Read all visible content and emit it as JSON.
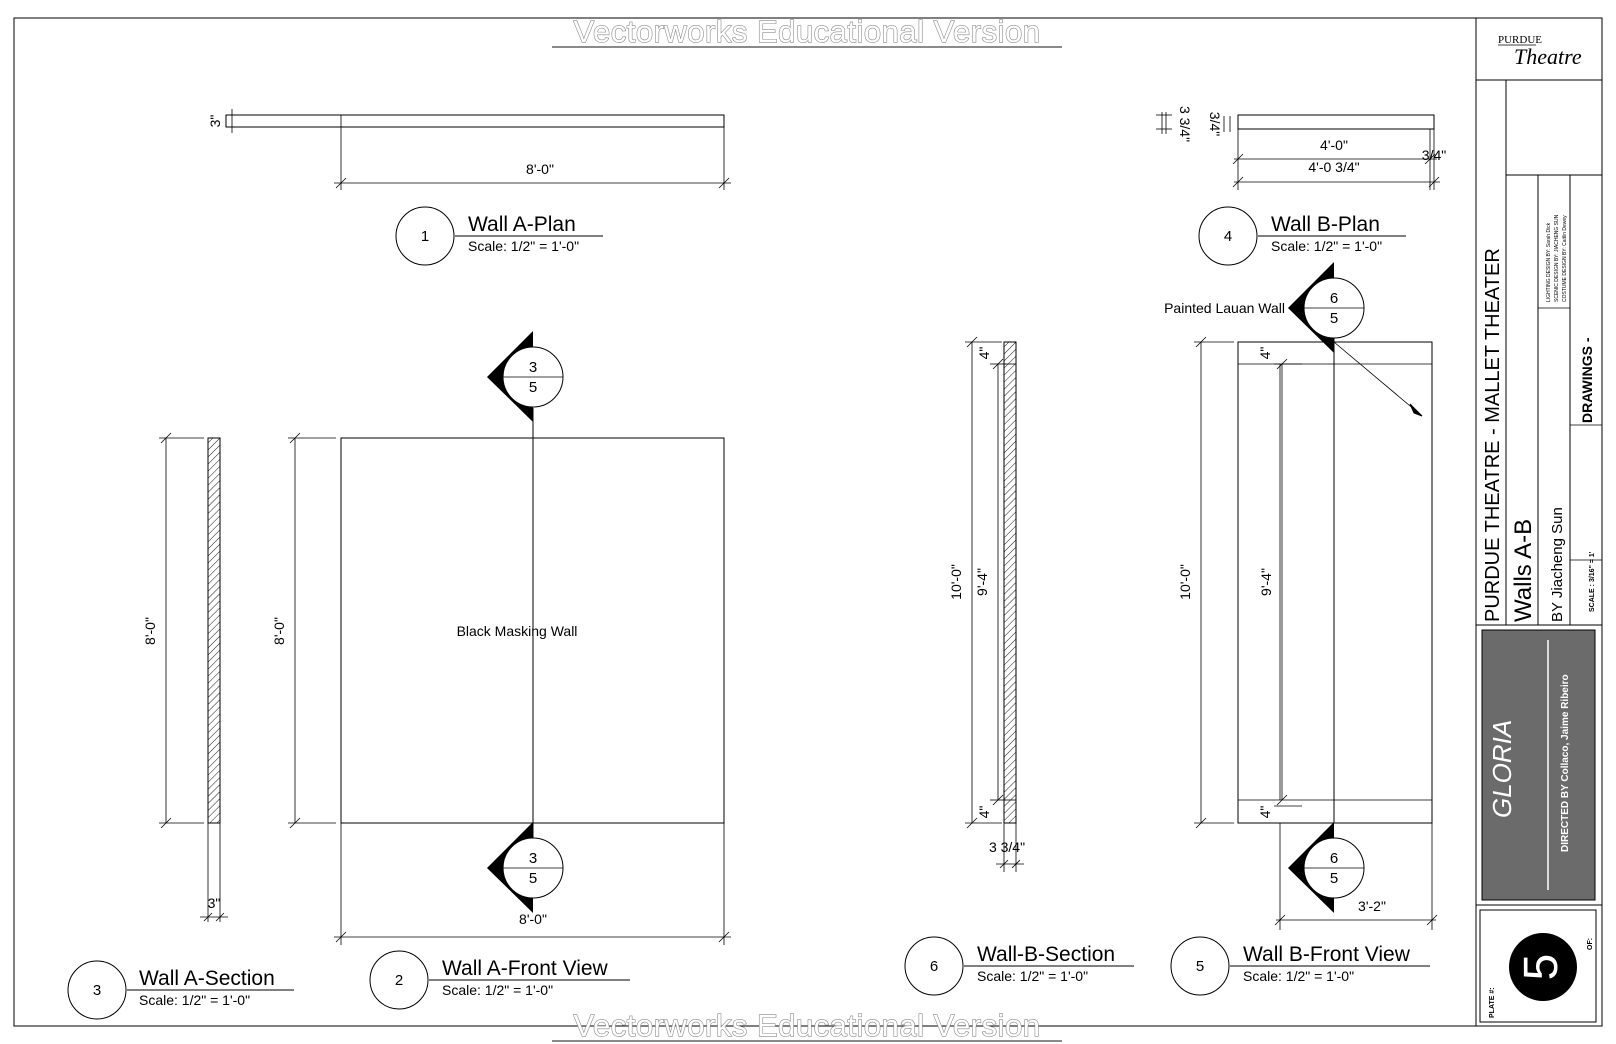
{
  "watermark": "Vectorworks Educational Version",
  "views": {
    "wall_a_plan": {
      "number": "1",
      "title": "Wall A-Plan",
      "scale": "Scale: 1/2\" = 1'-0\"",
      "dim_thickness": "3\"",
      "dim_width": "8'-0\""
    },
    "wall_a_front": {
      "number": "2",
      "title": "Wall A-Front View",
      "scale": "Scale: 1/2\" = 1'-0\"",
      "label": "Black Masking Wall",
      "dim_height": "8'-0\"",
      "dim_width": "8'-0\""
    },
    "wall_a_section": {
      "number": "3",
      "title": "Wall A-Section",
      "scale": "Scale: 1/2\" = 1'-0\"",
      "dim_height": "8'-0\"",
      "dim_thickness": "3\""
    },
    "wall_b_plan": {
      "number": "4",
      "title": "Wall B-Plan",
      "scale": "Scale: 1/2\" = 1'-0\"",
      "dim_a": "3/4\"",
      "dim_b": "3 3/4\"",
      "dim_inner": "4'-0\"",
      "dim_outer": "4'-0 3/4\"",
      "dim_edge": "3/4\""
    },
    "wall_b_front": {
      "number": "5",
      "title": "Wall B-Front View",
      "scale": "Scale: 1/2\" = 1'-0\"",
      "label": "Painted Lauan Wall",
      "dim_height": "10'-0\"",
      "dim_inner": "9'-4\"",
      "dim_top": "4\"",
      "dim_bottom": "4\"",
      "dim_width": "3'-2\""
    },
    "wall_b_section": {
      "number": "6",
      "title": "Wall-B-Section",
      "scale": "Scale: 1/2\" = 1'-0\"",
      "dim_height": "10'-0\"",
      "dim_inner": "9'-4\"",
      "dim_top": "4\"",
      "dim_bottom": "4\"",
      "dim_thickness": "3 3/4\""
    }
  },
  "markers": {
    "section_3_top": "3",
    "sheet_3_top": "5",
    "section_3_bottom": "3",
    "sheet_3_bottom": "5",
    "section_6_top": "6",
    "sheet_6_top": "5",
    "section_6_bottom": "6",
    "sheet_6_bottom": "5"
  },
  "titleblock": {
    "logo_line1": "PURDUE",
    "logo_line2": "Theatre",
    "venue": "PURDUE THEATRE - MALLET THEATER",
    "sheet_title": "Walls A-B",
    "by": "BY  Jiacheng Sun",
    "credits": [
      "LIGHTING DESIGN BY: Sarah Dick",
      "SCENIC DESIGN BY: JIACHENG SUN",
      "COSTUME DESIGN BY: Caitlin Dewey"
    ],
    "drawings": "DRAWINGS -",
    "scale": "SCALE : 3/16\" = 1'",
    "show": "GLORIA",
    "directed_by": "DIRECTED BY  Collaco, Jaime Ribeiro",
    "plate_label": "PLATE #:",
    "plate_number": "5",
    "of_label": "OF:"
  },
  "colors": {
    "ink": "#000000",
    "show_panel": "#6b6b6b",
    "watermark_stroke": "#8a8a8a"
  }
}
